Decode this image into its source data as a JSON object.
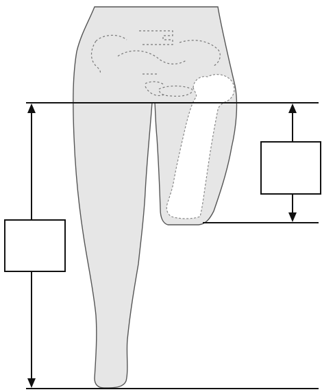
{
  "diagram": {
    "labels": {
      "left_measurement_box": "",
      "right_measurement_box": ""
    },
    "colors": {
      "body_fill": "#e6e6e6",
      "body_outline": "#555555",
      "bone_fill": "#ffffff",
      "lines": "#111111"
    },
    "elements": {
      "body_silhouette": "body-outline",
      "femur": "residual-femur",
      "pelvis_outline": "pelvis-dashed-outline"
    }
  }
}
